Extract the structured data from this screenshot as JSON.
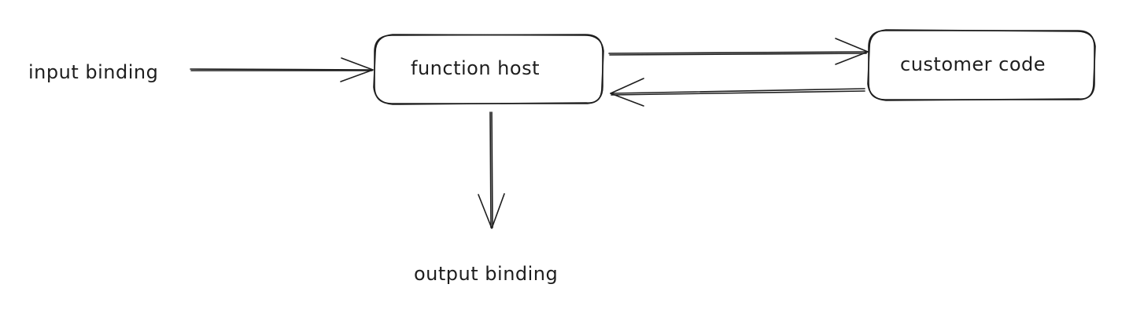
{
  "diagram": {
    "nodes": {
      "function_host": "function host",
      "customer_code": "customer code"
    },
    "labels": {
      "input_binding": "input binding",
      "output_binding": "output binding"
    },
    "colors": {
      "stroke": "#1e1e1e",
      "background": "#ffffff"
    }
  }
}
